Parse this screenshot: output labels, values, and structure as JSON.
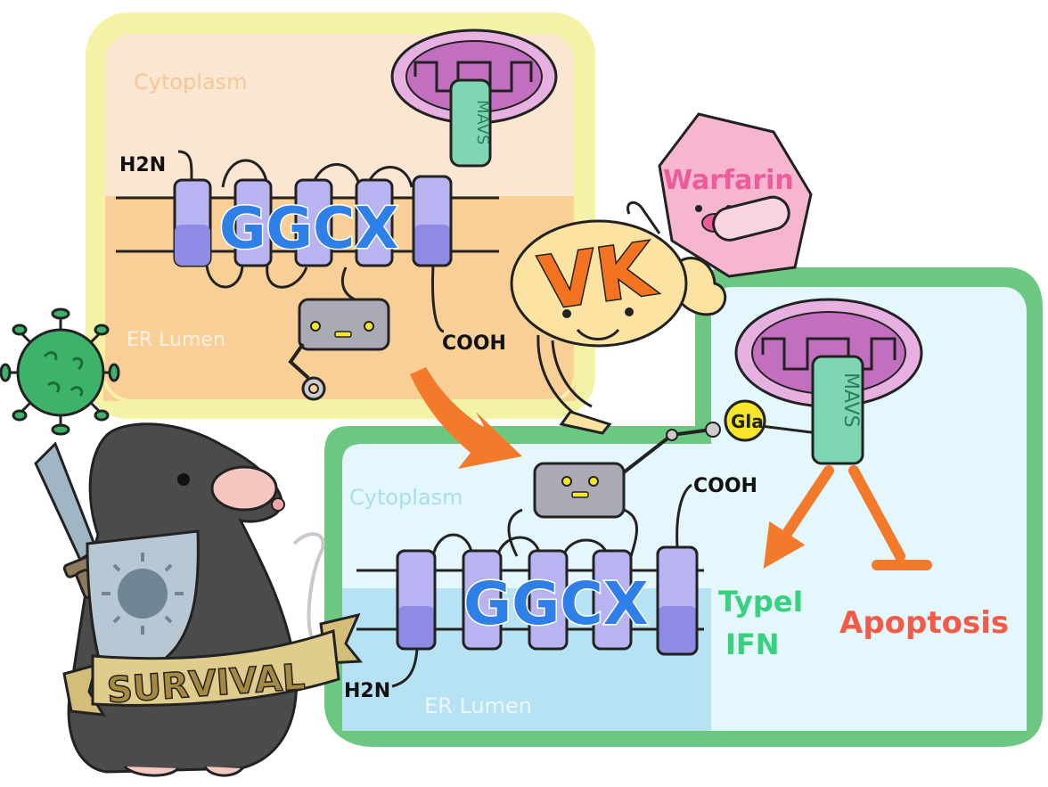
{
  "colors": {
    "panel_top_border": "#f3f2a6",
    "panel_top_cytoplasm": "#fbe6d2",
    "panel_top_lumen": "#f9cf98",
    "panel_bottom_border": "#6cc780",
    "panel_bottom_cytoplasm": "#e4f7fc",
    "panel_bottom_lumen": "#b7e2f3",
    "ggcx_text": "#2f7fe8",
    "tm_helix": "#b8b4f2",
    "tm_helix_dark": "#8f8ae4",
    "mito": "#c36fc0",
    "mavs": "#7fd6b2",
    "warfarin": "#f7b6cf",
    "warfarin_text": "#ec5c9a",
    "vk_body": "#fce3a1",
    "vk_text": "#f37321",
    "arrow": "#f37a2a",
    "type1_text": "#37d27d",
    "apoptosis_text": "#f45a47",
    "gla": "#f6e629",
    "virus": "#3db36a",
    "mouse": "#4b4b4b",
    "banner": "#e0cc8c"
  },
  "top_panel": {
    "cytoplasm_label": "Cytoplasm",
    "lumen_label": "ER Lumen",
    "protein_label": "GGCX",
    "n_term_label": "H2N",
    "c_term_label": "COOH",
    "mito_label": "MAVS"
  },
  "bottom_panel": {
    "cytoplasm_label": "Cytoplasm",
    "lumen_label": "ER Lumen",
    "protein_label": "GGCX",
    "n_term_label": "H2N",
    "c_term_label": "COOH",
    "mito_label": "MAVS",
    "gla_label": "Gla"
  },
  "vk_label": "VK",
  "warfarin_label": "Warfarin",
  "outcomes": {
    "type1_line1": "TypeI",
    "type1_line2": "IFN",
    "apoptosis": "Apoptosis"
  },
  "banner_label": "SURVIVAL"
}
